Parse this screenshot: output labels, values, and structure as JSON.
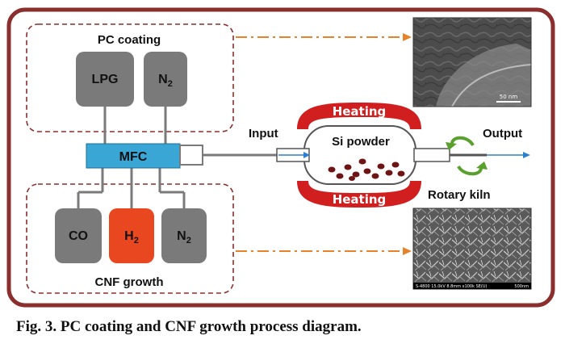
{
  "diagram": {
    "pc_section": {
      "title": "PC coating",
      "gases": [
        "LPG",
        "N2"
      ]
    },
    "cnf_section": {
      "title": "CNF growth",
      "gases": [
        "CO",
        "H2",
        "N2"
      ]
    },
    "mfc_label": "MFC",
    "input_label": "Input",
    "output_label": "Output",
    "kiln": {
      "top_heating": "Heating",
      "bottom_heating": "Heating",
      "chamber_label": "Si powder",
      "name": "Rotary kiln"
    },
    "colors": {
      "frame": "#8b2e2e",
      "dashed_box": "#8b2e2e",
      "gas_box": "#7a7a7a",
      "h2_box": "#e8471f",
      "mfc": "#3aa6d6",
      "heater": "#d11e1e",
      "arrow_orange": "#e8822a",
      "arrow_blue": "#2b7fd0",
      "rotation_green": "#5aa02c",
      "particle": "#6e1414"
    },
    "micrographs": [
      {
        "name": "pc-coating-micrograph",
        "scale_text": "50 nm"
      },
      {
        "name": "cnf-growth-micrograph",
        "footer_text": "S-4800 15.0kV 8.8mm x100k SE(U)",
        "scale_text": "500nm"
      }
    ]
  },
  "caption": "Fig. 3. PC coating and CNF growth process diagram."
}
